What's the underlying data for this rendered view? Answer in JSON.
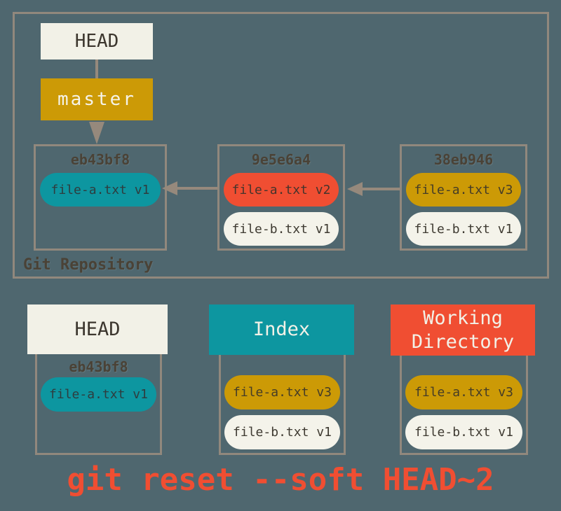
{
  "caption": "git reset --soft HEAD~2",
  "colors": {
    "background": "#4f676f",
    "border": "#91887d",
    "arrow": "#96897c",
    "offwhite": "#f2f1e7",
    "teal": "#0d96a0",
    "red": "#f04e32",
    "gold": "#cc9a06",
    "caption": "#f04e32",
    "dark_text": "#4a4236"
  },
  "repository": {
    "label": "Git Repository",
    "head_label": "HEAD",
    "branch_label": "master",
    "commits": [
      {
        "hash": "eb43bf8",
        "files": [
          {
            "name": "file-a.txt v1",
            "color": "teal"
          }
        ]
      },
      {
        "hash": "9e5e6a4",
        "files": [
          {
            "name": "file-a.txt v2",
            "color": "red"
          },
          {
            "name": "file-b.txt v1",
            "color": "offwhite"
          }
        ]
      },
      {
        "hash": "38eb946",
        "files": [
          {
            "name": "file-a.txt v3",
            "color": "gold"
          },
          {
            "name": "file-b.txt v1",
            "color": "offwhite"
          }
        ]
      }
    ]
  },
  "trees": {
    "head": {
      "title": "HEAD",
      "hash": "eb43bf8",
      "files": [
        {
          "name": "file-a.txt v1",
          "color": "teal"
        }
      ]
    },
    "index": {
      "title": "Index",
      "files": [
        {
          "name": "file-a.txt v3",
          "color": "gold"
        },
        {
          "name": "file-b.txt v1",
          "color": "offwhite"
        }
      ]
    },
    "working_directory": {
      "title": "Working Directory",
      "files": [
        {
          "name": "file-a.txt v3",
          "color": "gold"
        },
        {
          "name": "file-b.txt v1",
          "color": "offwhite"
        }
      ]
    }
  }
}
